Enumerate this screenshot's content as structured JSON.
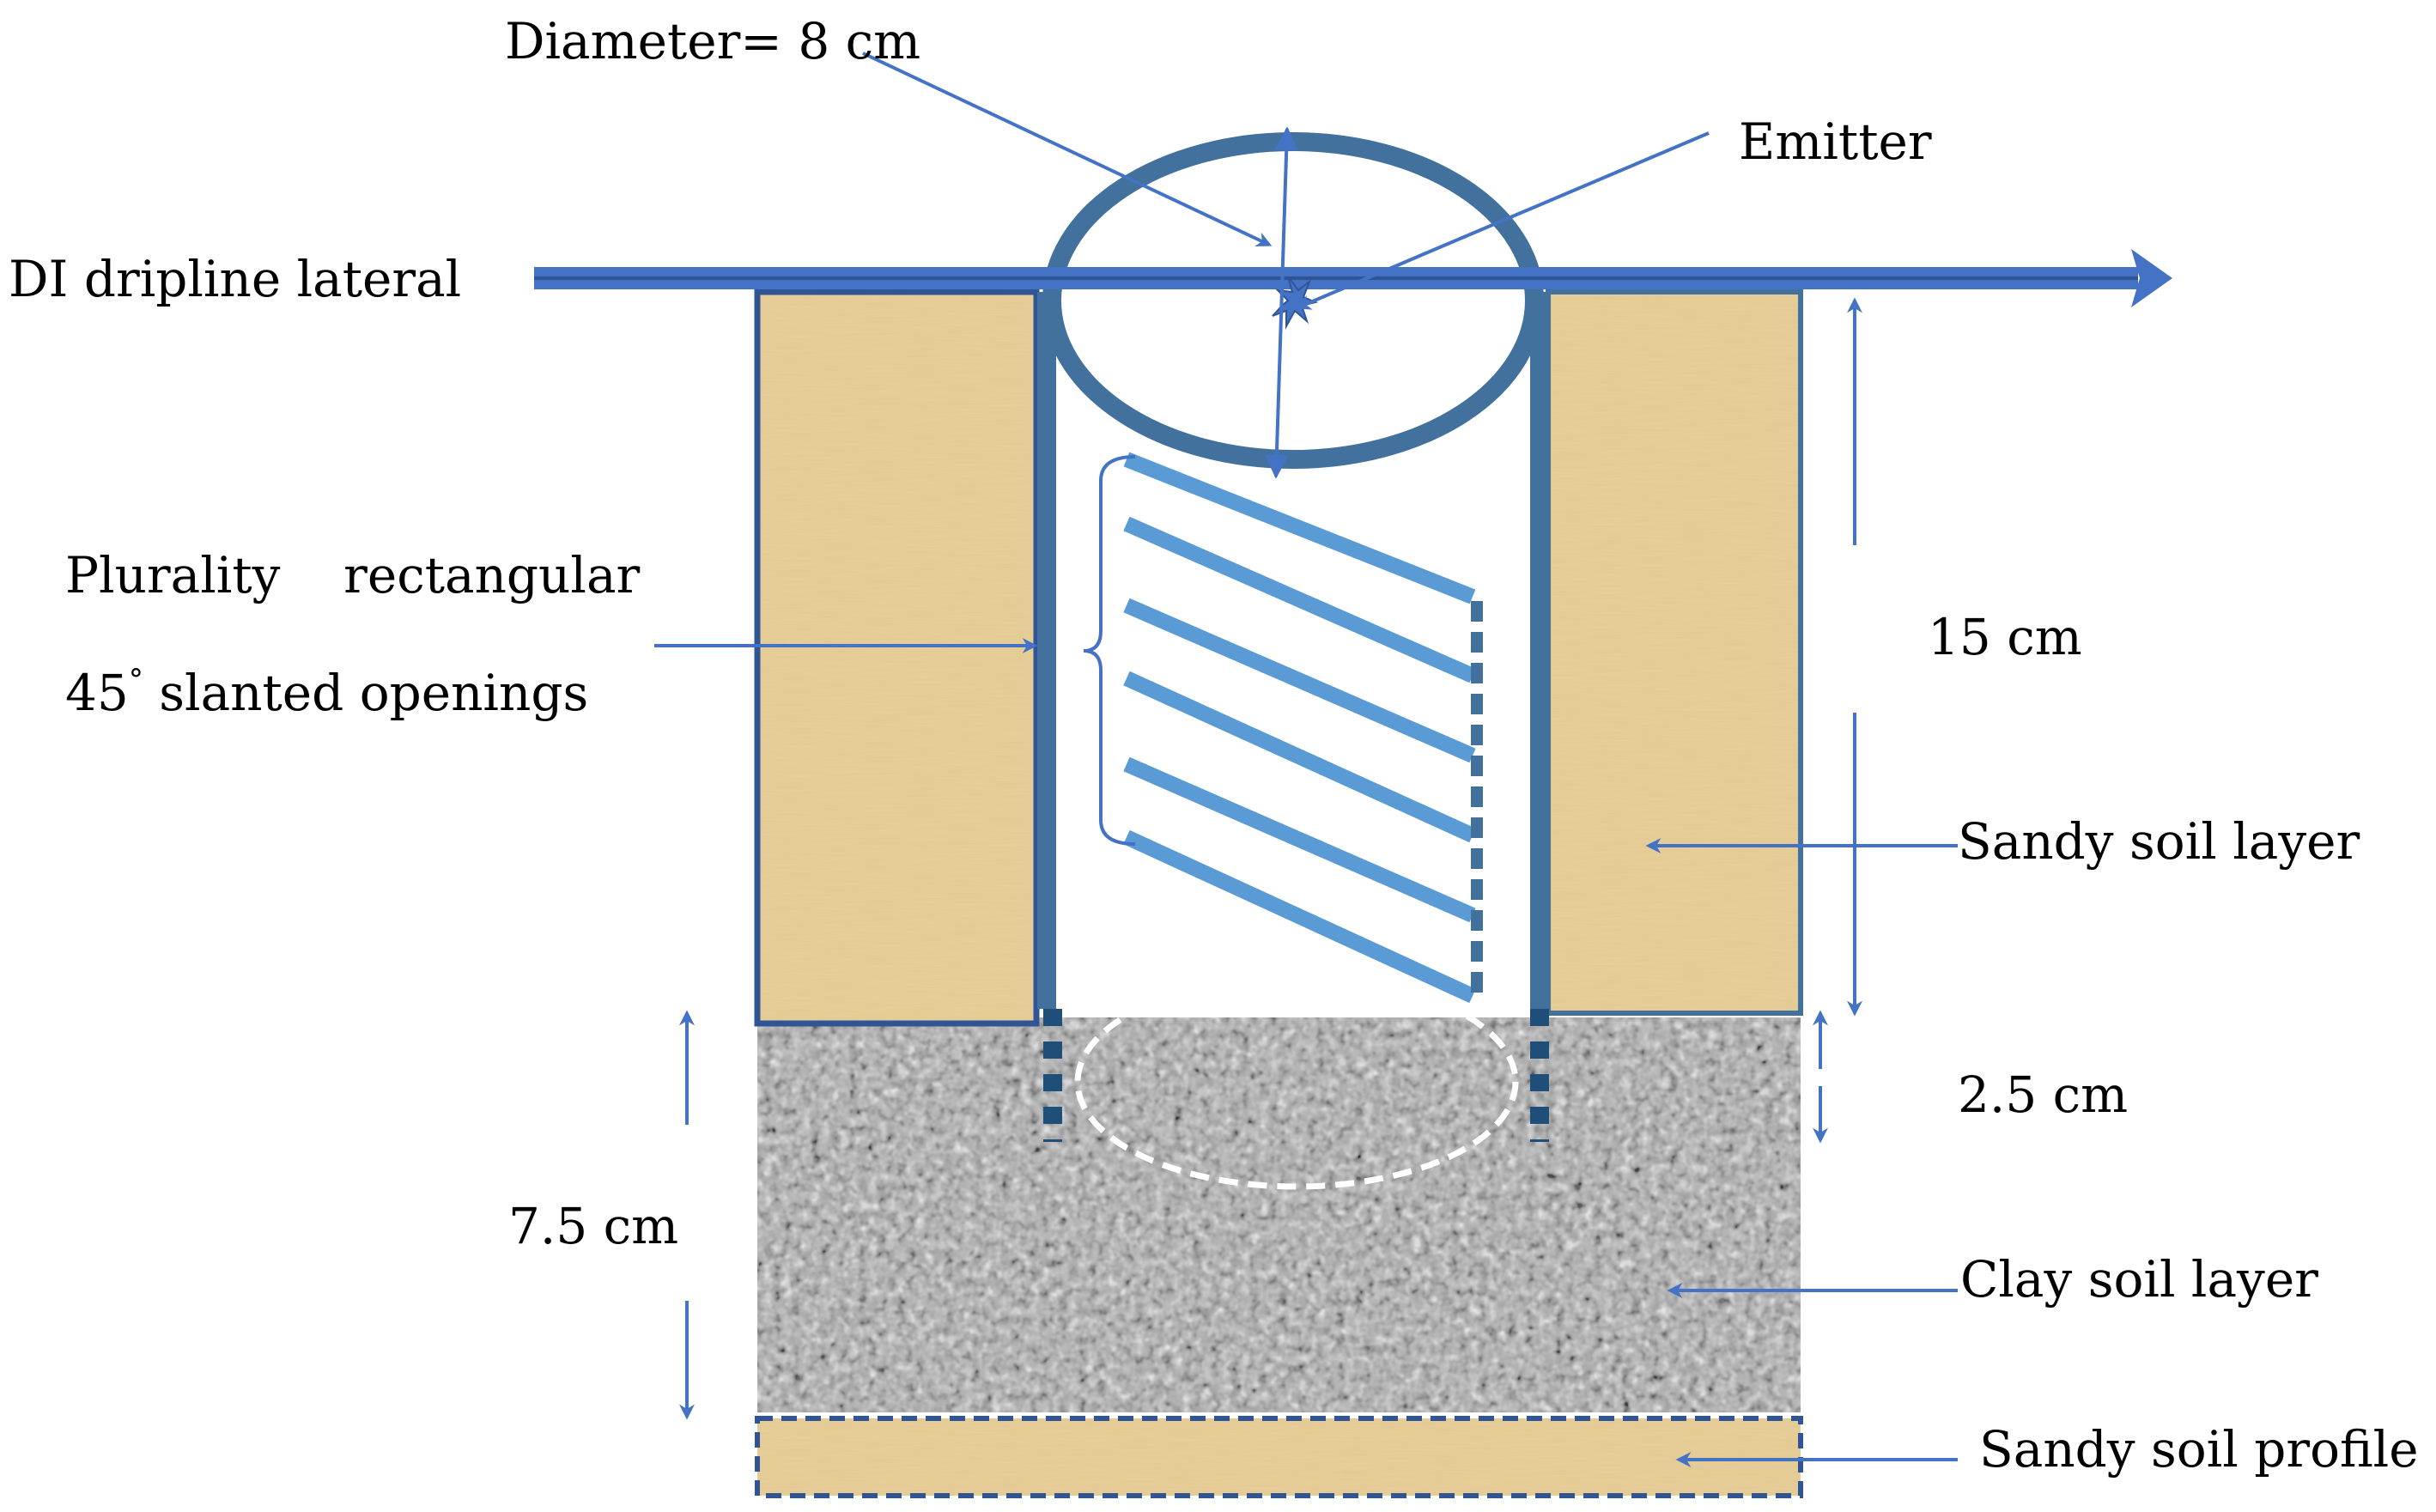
{
  "labels": {
    "diameter": "Diameter=  8  cm",
    "emitter": "Emitter",
    "dripline": "DI dripline lateral",
    "openings_line1": "Plurality    rectangular",
    "openings_line2_prefix": "45",
    "openings_line2_degree": "°",
    "openings_line2_suffix": " slanted openings",
    "depth_15": "15 cm",
    "sandy_layer": "Sandy soil layer",
    "gap_2_5": "2.5 cm",
    "depth_7_5": "7.5 cm",
    "clay_layer": "Clay soil layer",
    "sandy_profile": "Sandy soil profile"
  },
  "colors": {
    "pipe": "#4472c4",
    "cylinder": "#41719c",
    "slots": "#5b9bd5",
    "sand": "#e8cf9a",
    "clay_base": "#a8a8a8",
    "arrow": "#4472c4"
  }
}
